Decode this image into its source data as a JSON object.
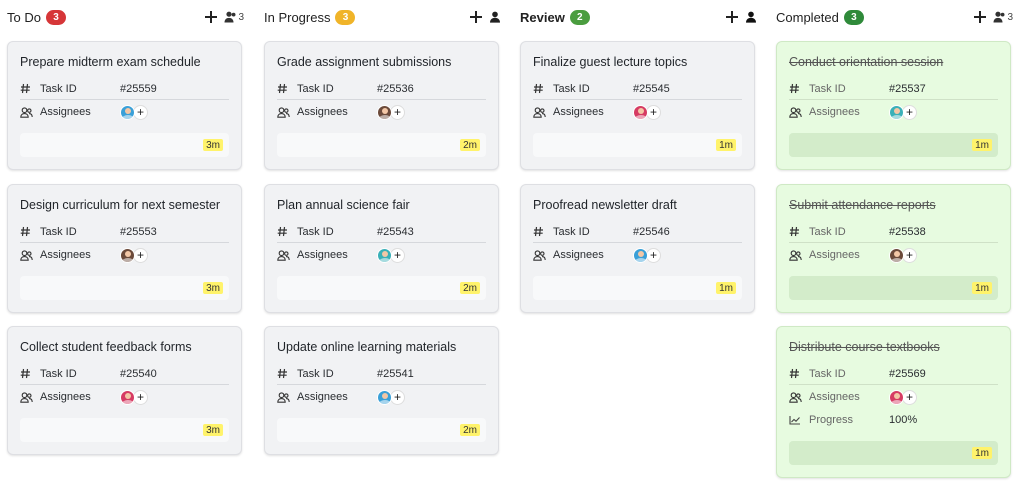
{
  "columns": [
    {
      "title": "To Do",
      "count": "3",
      "badge_color": "#d63638",
      "bold": false,
      "members": "3",
      "cards": [
        {
          "title": "Prepare midterm exam schedule",
          "task_id": "#25559",
          "time": "3m",
          "avatar_color": "#3aa0d8"
        },
        {
          "title": "Design curriculum for next semester",
          "task_id": "#25553",
          "time": "3m",
          "avatar_color": "#6b4a3a"
        },
        {
          "title": "Collect student feedback forms",
          "task_id": "#25540",
          "time": "3m",
          "avatar_color": "#d63b63"
        }
      ]
    },
    {
      "title": "In Progress",
      "count": "3",
      "badge_color": "#f0b429",
      "bold": false,
      "members": "",
      "cards": [
        {
          "title": "Grade assignment submissions",
          "task_id": "#25536",
          "time": "2m",
          "avatar_color": "#6b4a3a"
        },
        {
          "title": "Plan annual science fair",
          "task_id": "#25543",
          "time": "2m",
          "avatar_color": "#3ab0b8"
        },
        {
          "title": "Update online learning materials",
          "task_id": "#25541",
          "time": "2m",
          "avatar_color": "#3aa0d8"
        }
      ]
    },
    {
      "title": "Review",
      "count": "2",
      "badge_color": "#4a9d3f",
      "bold": true,
      "members": "",
      "cards": [
        {
          "title": "Finalize guest lecture topics",
          "task_id": "#25545",
          "time": "1m",
          "avatar_color": "#d63b63"
        },
        {
          "title": "Proofread newsletter draft",
          "task_id": "#25546",
          "time": "1m",
          "avatar_color": "#3aa0d8"
        }
      ]
    },
    {
      "title": "Completed",
      "count": "3",
      "badge_color": "#2f8a3a",
      "bold": false,
      "members": "3",
      "cards": [
        {
          "title": "Conduct orientation session",
          "task_id": "#25537",
          "time": "1m",
          "avatar_color": "#3ab0b8"
        },
        {
          "title": "Submit attendance reports",
          "task_id": "#25538",
          "time": "1m",
          "avatar_color": "#6b4a3a"
        },
        {
          "title": "Distribute course textbooks",
          "task_id": "#25569",
          "time": "1m",
          "avatar_color": "#d63b63",
          "progress_label": "Progress",
          "progress_value": "100%"
        }
      ]
    }
  ],
  "labels": {
    "task_id": "Task ID",
    "assignees": "Assignees",
    "add_assignee": "+"
  }
}
